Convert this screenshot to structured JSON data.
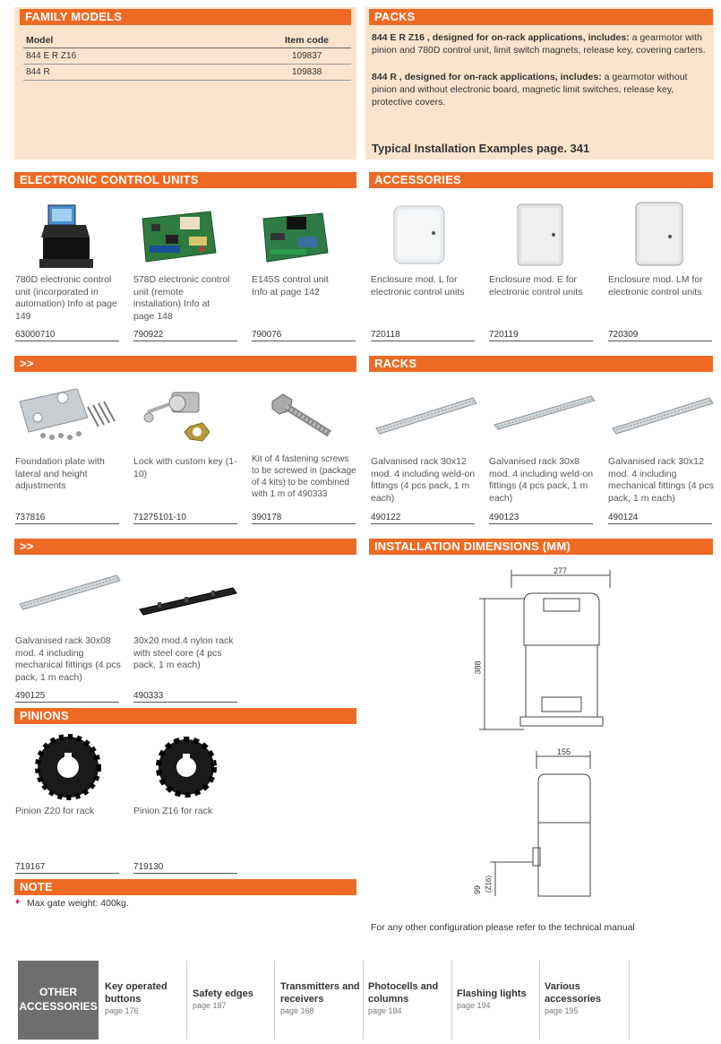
{
  "family": {
    "header": "FAMILY MODELS",
    "col_model": "Model",
    "col_code": "Item code",
    "rows": [
      {
        "model": "844 E R Z16",
        "code": "109837"
      },
      {
        "model": "844 R",
        "code": "109838"
      }
    ]
  },
  "packs": {
    "header": "PACKS",
    "p1_bold": "844 E R Z16 , designed for on-rack applications, includes:",
    "p1_text": " a gearmotor with pinion and 780D control unit, limit switch magnets, release key, covering carters.",
    "p2_bold": "844 R , designed for on-rack applications, includes:",
    "p2_text": " a gearmotor without pinion and without electronic board, magnetic limit switches, release key, protective covers.",
    "examples": "Typical Installation Examples page. 341"
  },
  "ecu": {
    "header": "ELECTRONIC CONTROL UNITS",
    "items": [
      {
        "caption": "780D electronic control unit (incorporated in automation) Info at page 149",
        "code": "63000710"
      },
      {
        "caption": "578D electronic control unit (remote installation) Info at page 148",
        "code": "790922"
      },
      {
        "caption": "E145S control unit Info at page 142",
        "code": "790076"
      }
    ]
  },
  "accessories": {
    "header": "ACCESSORIES",
    "items": [
      {
        "caption": "Enclosure mod. L for electronic control units",
        "code": "720118"
      },
      {
        "caption": "Enclosure mod. E for electronic control units",
        "code": "720119"
      },
      {
        "caption": "Enclosure mod. LM for electronic control units",
        "code": "720309"
      }
    ]
  },
  "more1": {
    "header": ">>",
    "items": [
      {
        "caption": "Foundation plate with lateral and height adjustments",
        "code": "737816"
      },
      {
        "caption": "Lock with custom key (1-10)",
        "code": "71275101-10"
      },
      {
        "caption": "Kit of 4 fastening screws to be screwed in (package of 4 kits) to be combined with 1 m of 490333",
        "code": "390178"
      }
    ]
  },
  "racks": {
    "header": "RACKS",
    "items": [
      {
        "caption": "Galvanised rack 30x12 mod. 4 including weld-on fittings (4 pcs pack, 1 m each)",
        "code": "490122"
      },
      {
        "caption": "Galvanised rack 30x8 mod. 4 including weld-on fittings (4 pcs pack, 1 m each)",
        "code": "490123"
      },
      {
        "caption": "Galvanised rack 30x12 mod. 4 including mechanical fittings (4 pcs pack, 1 m each)",
        "code": "490124"
      }
    ]
  },
  "more2": {
    "header": ">>",
    "items": [
      {
        "caption": "Galvanised rack 30x08 mod. 4 including mechanical fittings (4 pcs pack, 1 m each)",
        "code": "490125"
      },
      {
        "caption": "30x20 mod.4 nylon rack with steel core (4 pcs pack, 1 m each)",
        "code": "490333"
      }
    ]
  },
  "install": {
    "header": "INSTALLATION DIMENSIONS (MM)",
    "dim_width": "277",
    "dim_height": "388",
    "dim_depth": "155",
    "dim_pinion": "99",
    "dim_pinion_label": "(Z16)",
    "note": "For any other configuration please refer to the technical manual"
  },
  "pinions": {
    "header": "PINIONS",
    "items": [
      {
        "caption": "Pinion Z20 for rack",
        "code": "719167"
      },
      {
        "caption": "Pinion Z16 for rack",
        "code": "719130"
      }
    ]
  },
  "note": {
    "header": "NOTE",
    "bullet": "♦",
    "text": "Max gate weight: 400kg."
  },
  "other": {
    "title": "OTHER ACCESSORIES",
    "items": [
      {
        "title": "Key operated buttons",
        "page": "page 176"
      },
      {
        "title": "Safety edges",
        "page": "page 187"
      },
      {
        "title": "Transmitters and receivers",
        "page": "page 168"
      },
      {
        "title": "Photocells and columns",
        "page": "page 184"
      },
      {
        "title": "Flashing lights",
        "page": "page 194"
      },
      {
        "title": "Various accessories",
        "page": "page 195"
      }
    ]
  },
  "colors": {
    "accent": "#ee6a24",
    "panel": "#fce3cc",
    "dark_block": "#6e6e6e"
  }
}
